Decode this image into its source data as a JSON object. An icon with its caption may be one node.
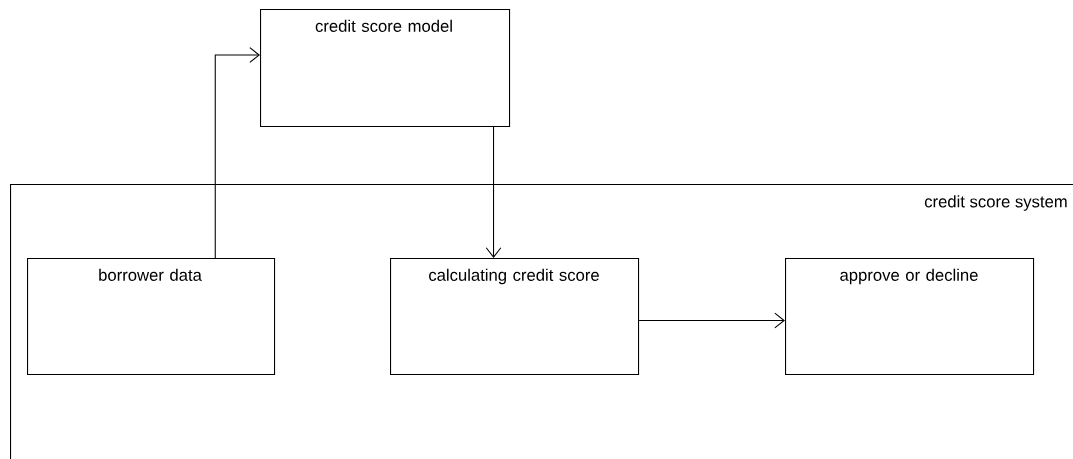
{
  "diagram": {
    "nodes": [
      {
        "text": [
          "credit score model"
        ]
      },
      {
        "text": [
          "credit score system"
        ]
      },
      {
        "text": [
          "borrower data"
        ],
        "in": 1
      },
      {
        "text": [
          "calculating credit score"
        ],
        "in": 1
      },
      {
        "text": [
          "approve or decline"
        ],
        "in": 1
      }
    ],
    "edges": [
      {
        "from": 2,
        "to": 0,
        "arrow": "to"
      },
      {
        "from": 0,
        "to": 3,
        "arrow": "to"
      },
      {
        "from": 3,
        "to": 4,
        "arrow": "to"
      }
    ]
  }
}
